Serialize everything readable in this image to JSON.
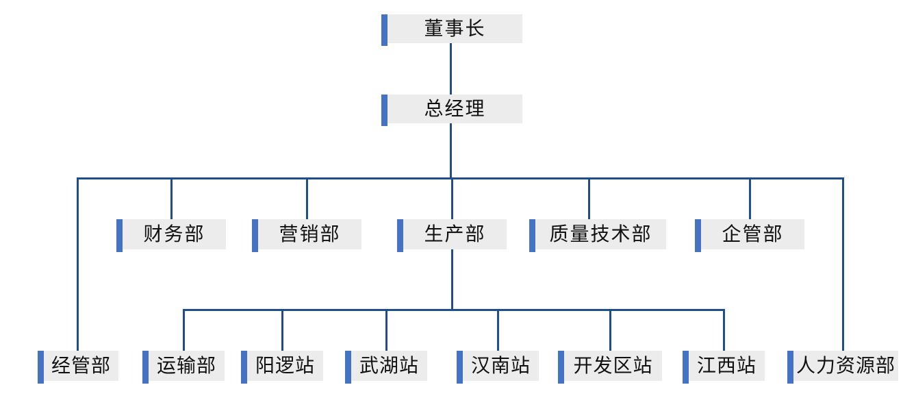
{
  "diagram": {
    "type": "org-chart",
    "description": "company organization chart"
  },
  "nodes": [
    {
      "id": "chairman",
      "label": "董事长",
      "level": 1,
      "parent": null
    },
    {
      "id": "general-manager",
      "label": "总经理",
      "level": 2,
      "parent": "chairman"
    },
    {
      "id": "finance",
      "label": "财务部",
      "level": 3,
      "parent": "general-manager"
    },
    {
      "id": "marketing",
      "label": "营销部",
      "level": 3,
      "parent": "general-manager"
    },
    {
      "id": "production",
      "label": "生产部",
      "level": 3,
      "parent": "general-manager"
    },
    {
      "id": "quality-tech",
      "label": "质量技术部",
      "level": 3,
      "parent": "general-manager"
    },
    {
      "id": "enterprise-mgmt",
      "label": "企管部",
      "level": 3,
      "parent": "general-manager"
    },
    {
      "id": "operations-mgmt",
      "label": "经管部",
      "level": 4,
      "parent": "general-manager"
    },
    {
      "id": "transport",
      "label": "运输部",
      "level": 4,
      "parent": "production"
    },
    {
      "id": "yangluo-station",
      "label": "阳逻站",
      "level": 4,
      "parent": "production"
    },
    {
      "id": "wuhu-station",
      "label": "武湖站",
      "level": 4,
      "parent": "production"
    },
    {
      "id": "hannan-station",
      "label": "汉南站",
      "level": 4,
      "parent": "production"
    },
    {
      "id": "kaifaqu-station",
      "label": "开发区站",
      "level": 4,
      "parent": "production"
    },
    {
      "id": "jiangxi-station",
      "label": "江西站",
      "level": 4,
      "parent": "production"
    },
    {
      "id": "human-resources",
      "label": "人力资源部",
      "level": 4,
      "parent": "general-manager"
    }
  ],
  "colors": {
    "accent_bar": "#4472C4",
    "connector": "#1E4F8C",
    "node_bg": "#ECECEC",
    "text": "#111111",
    "background": "#FFFFFF"
  }
}
